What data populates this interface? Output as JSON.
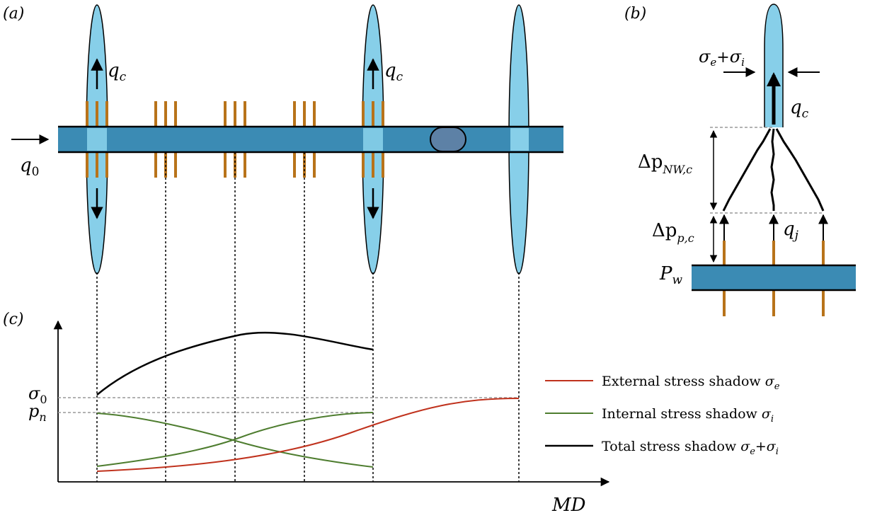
{
  "panel_labels": {
    "a": "(a)",
    "b": "(b)",
    "c": "(c)"
  },
  "panel_a": {
    "inflow_label": "q",
    "inflow_sub": "0",
    "cluster_flow_label": "q",
    "cluster_flow_sub": "c"
  },
  "panel_b": {
    "stress_label": "σ",
    "stress_sub_e": "e",
    "stress_plus": "+",
    "stress_sub_i": "i",
    "cluster_flow_label": "q",
    "cluster_flow_sub": "c",
    "dp_nw_label": "Δp",
    "dp_nw_sub": "NW,c",
    "dp_p_label": "Δp",
    "dp_p_sub": "p,c",
    "perf_flow_label": "q",
    "perf_flow_sub": "j",
    "wellbore_pressure_label": "P",
    "wellbore_pressure_sub": "w"
  },
  "chart_c": {
    "x_axis_label": "MD",
    "sigma0_label": "σ",
    "sigma0_sub": "0",
    "pn_label": "p",
    "pn_sub": "n",
    "legend": [
      {
        "text": "External stress shadow ",
        "sym": "σ",
        "sub": "e",
        "extra": "",
        "color": "#c0321d"
      },
      {
        "text": "Internal stress shadow ",
        "sym": "σ",
        "sub": "i",
        "extra": "",
        "color": "#4e7d2f"
      },
      {
        "text": "Total stress shadow ",
        "sym": "σ",
        "sub": "e",
        "extra": "+σi",
        "color": "#000000"
      }
    ]
  },
  "colors": {
    "wellbore": "#3b8bb4",
    "fracture": "#87cfe9",
    "perforation": "#b8731a",
    "plug": "#5d81a6",
    "external_stress": "#c0321d",
    "internal_stress": "#4e7d2f",
    "total_stress": "#000000",
    "reference_line": "#999999"
  }
}
